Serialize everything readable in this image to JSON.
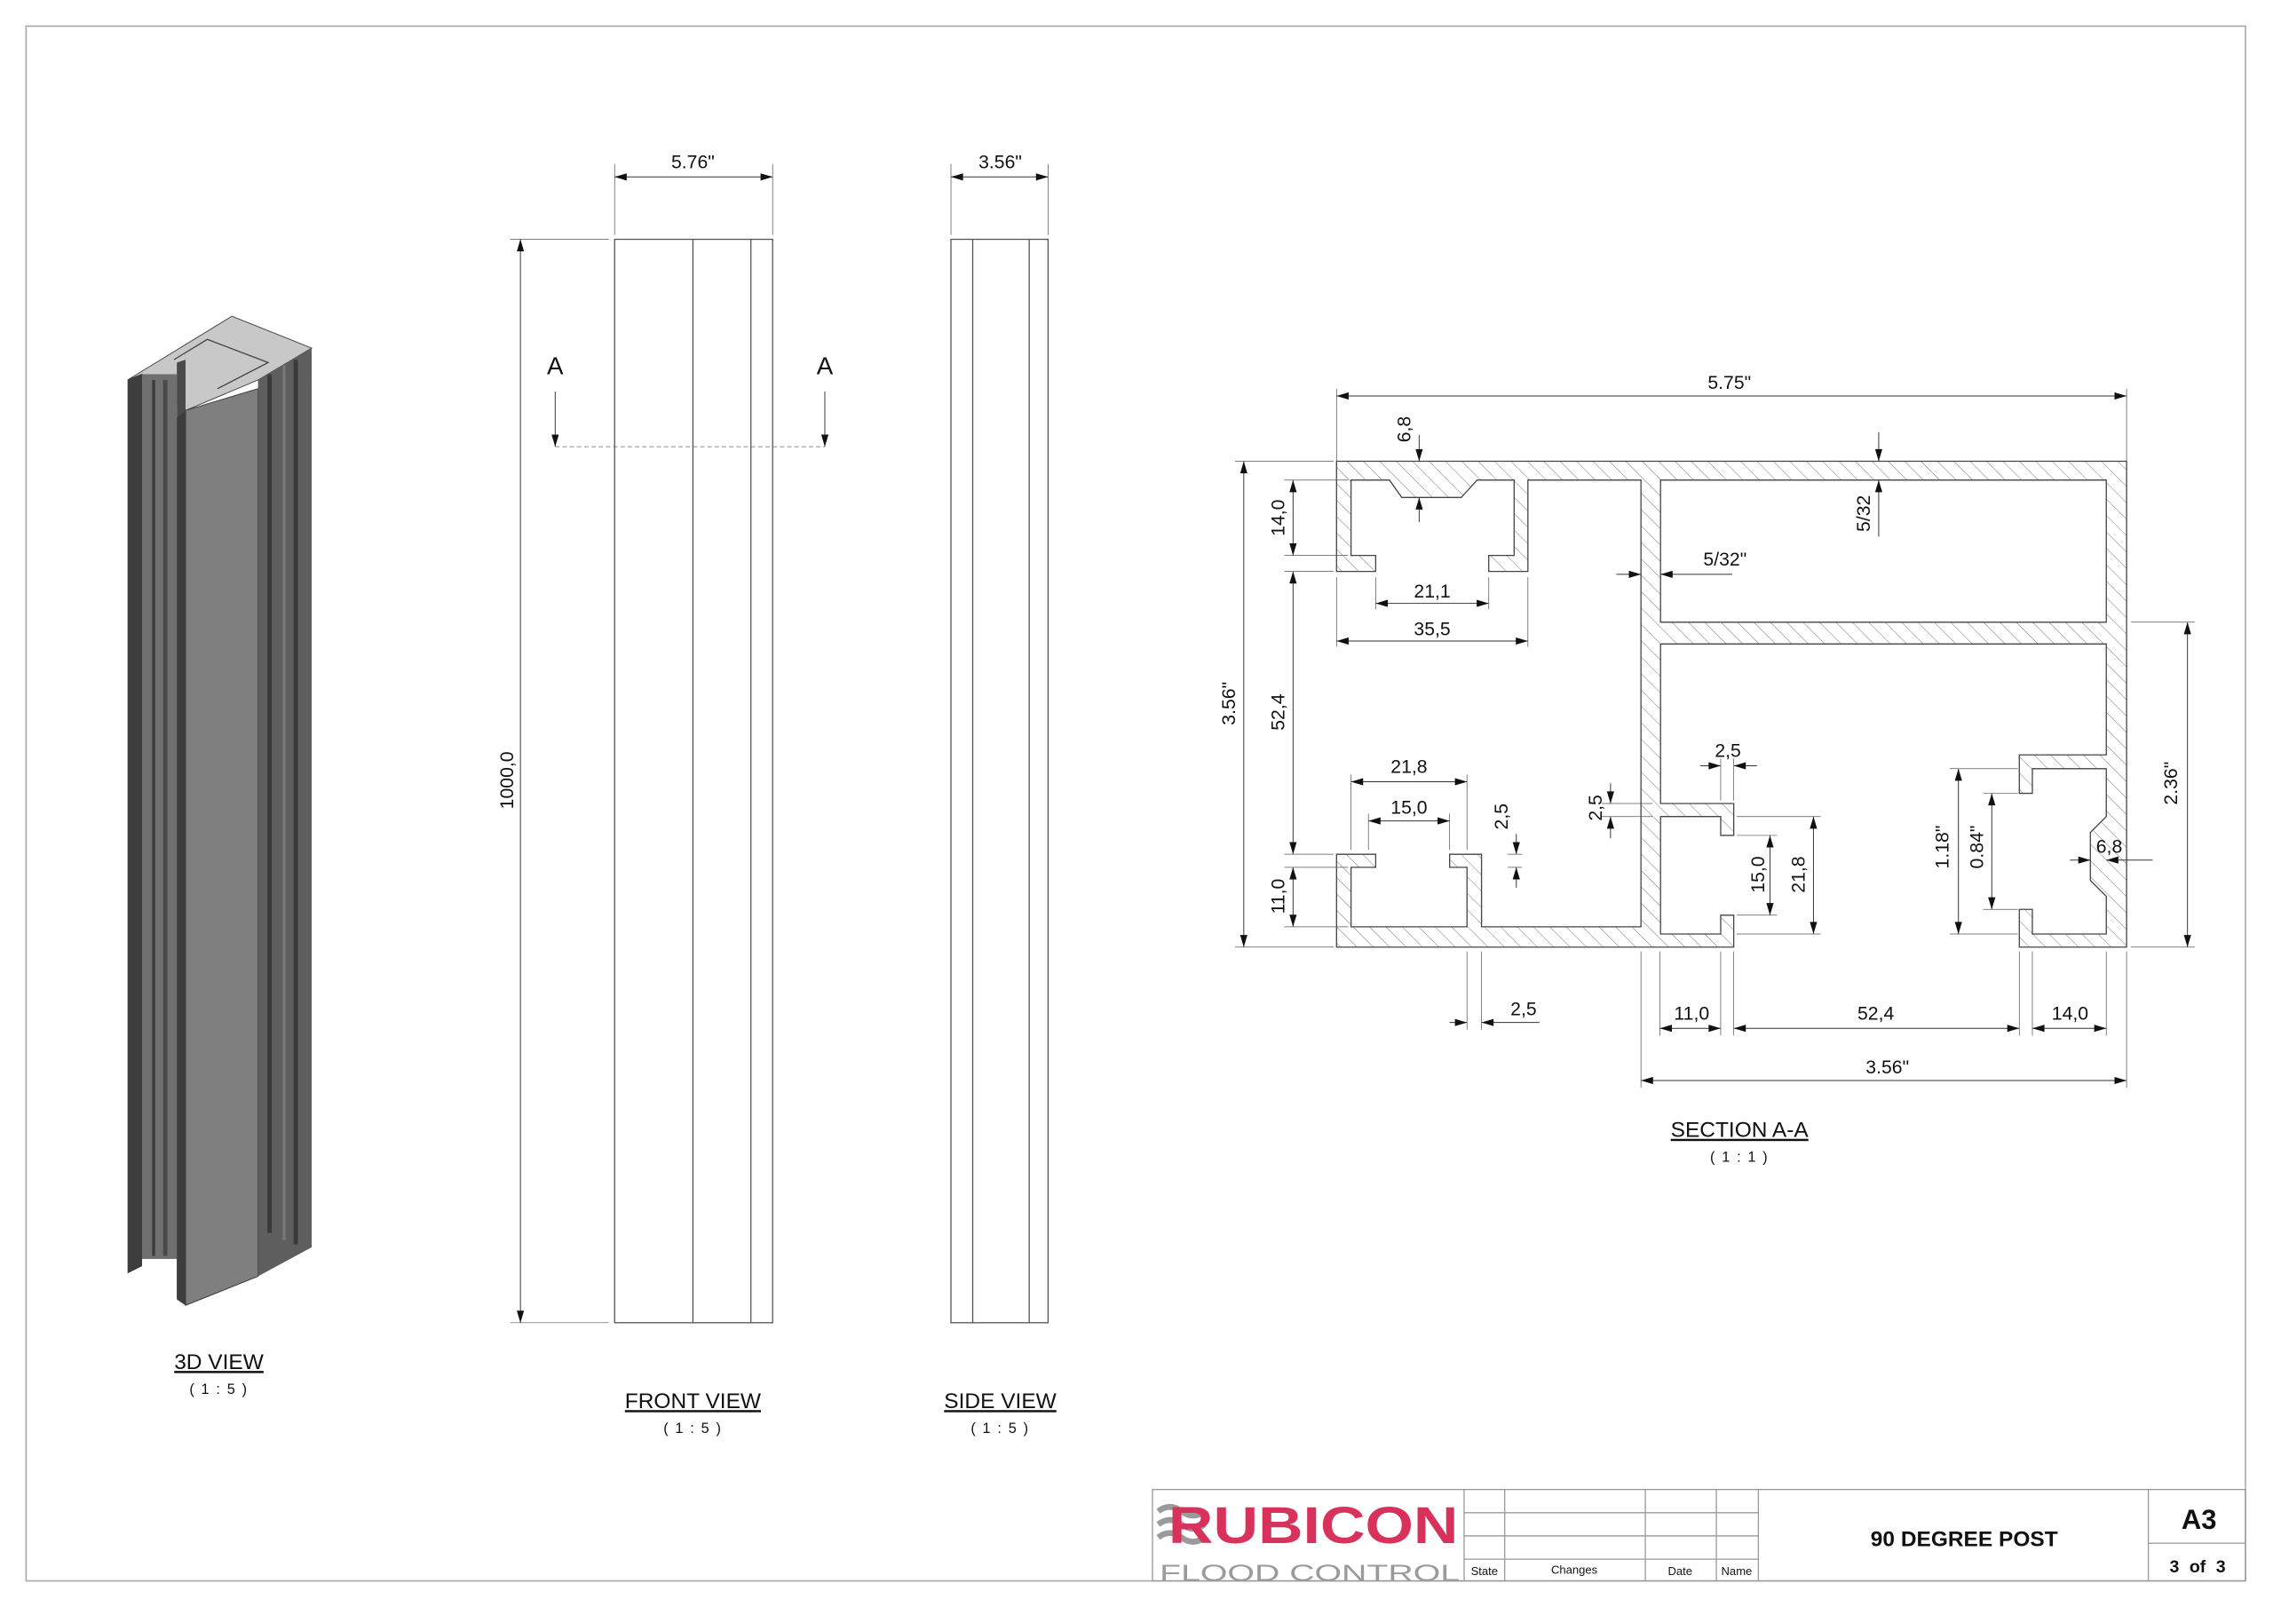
{
  "views": {
    "iso": {
      "label": "3D VIEW",
      "scale": "( 1 : 5 )"
    },
    "front": {
      "label": "FRONT VIEW",
      "scale": "( 1 : 5 )",
      "width": "5.76\"",
      "height": "1000,0",
      "section_mark": "A"
    },
    "side": {
      "label": "SIDE VIEW",
      "scale": "( 1 : 5 )",
      "width": "3.56\""
    },
    "section": {
      "label": "SECTION A-A",
      "scale": "( 1 : 1 )",
      "dims": [
        "5.75\"",
        "6,8",
        "5/32",
        "5/32\"",
        "14,0",
        "21,1",
        "35,5",
        "3.56\"",
        "52,4",
        "11,0",
        "21,8",
        "15,0",
        "2,5",
        "2,5",
        "2,5",
        "2,5",
        "15,0",
        "21,8",
        "1.18\"",
        "0.84\"",
        "6,8",
        "2.36\"",
        "11,0",
        "52,4",
        "14,0",
        "3.56\""
      ]
    }
  },
  "title_block": {
    "company": "RUBICON",
    "company_sub": "FLOOD CONTROL",
    "columns": [
      "State",
      "Changes",
      "Date",
      "Name"
    ],
    "title": "90 DEGREE POST",
    "size": "A3",
    "sheet": "3",
    "of_label": "of",
    "total": "3"
  },
  "colors": {
    "brand_red": "#d8325c",
    "brand_gray": "#9a9a9a",
    "hatch": "#777777"
  }
}
